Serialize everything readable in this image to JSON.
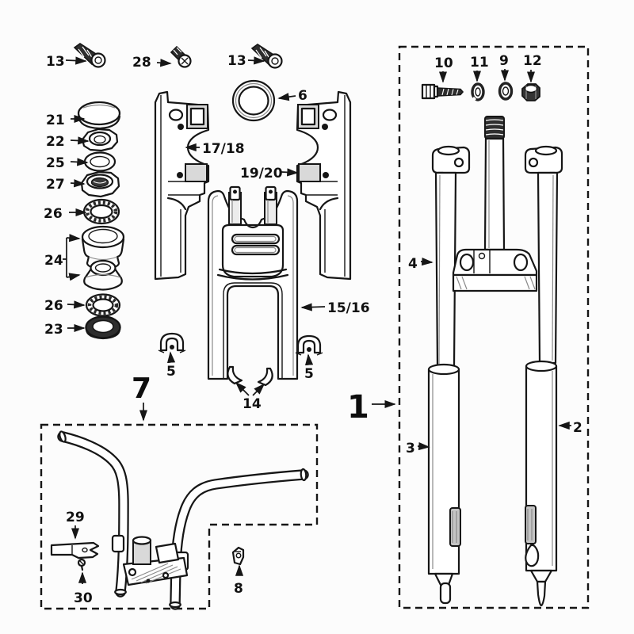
{
  "diagram": {
    "type": "exploded-parts-diagram",
    "subject": "Front fork, steering stack and handlebar assembly",
    "background": "#fcfcfc",
    "line_color": "#161616",
    "assemblies": [
      {
        "ref": "1",
        "name": "front-fork-assembly"
      },
      {
        "ref": "7",
        "name": "handlebar-assembly"
      }
    ],
    "callouts": [
      {
        "id": "screw-top-left",
        "ref": "13"
      },
      {
        "id": "screw-top-middle",
        "ref": "28"
      },
      {
        "id": "screw-top-right",
        "ref": "13"
      },
      {
        "id": "trim-ring",
        "ref": "6"
      },
      {
        "id": "steering-cap",
        "ref": "21"
      },
      {
        "id": "locknut-upper",
        "ref": "22"
      },
      {
        "id": "washer-ring",
        "ref": "25"
      },
      {
        "id": "adjusting-nut",
        "ref": "27"
      },
      {
        "id": "bearing-race-upper",
        "ref": "26"
      },
      {
        "id": "bearing-cones",
        "ref": "24"
      },
      {
        "id": "bearing-race-lower",
        "ref": "26"
      },
      {
        "id": "dust-seal-ring",
        "ref": "23"
      },
      {
        "id": "side-cover-left",
        "ref": "17/18"
      },
      {
        "id": "side-cover-right",
        "ref": "19/20"
      },
      {
        "id": "front-cover",
        "ref": "15/16"
      },
      {
        "id": "clip-left",
        "ref": "5"
      },
      {
        "id": "clip-right",
        "ref": "5"
      },
      {
        "id": "hooks",
        "ref": "14"
      },
      {
        "id": "handlebar-group",
        "ref": "7"
      },
      {
        "id": "fork-group",
        "ref": "1"
      },
      {
        "id": "bar-bracket",
        "ref": "29"
      },
      {
        "id": "bracket-screw",
        "ref": "30"
      },
      {
        "id": "cable-clip",
        "ref": "8"
      },
      {
        "id": "pinch-bolt",
        "ref": "10"
      },
      {
        "id": "lock-washer",
        "ref": "11"
      },
      {
        "id": "plain-washer",
        "ref": "9"
      },
      {
        "id": "hex-nut",
        "ref": "12"
      },
      {
        "id": "fork-tube",
        "ref": "4"
      },
      {
        "id": "slider-left",
        "ref": "3"
      },
      {
        "id": "slider-right",
        "ref": "2"
      }
    ]
  }
}
